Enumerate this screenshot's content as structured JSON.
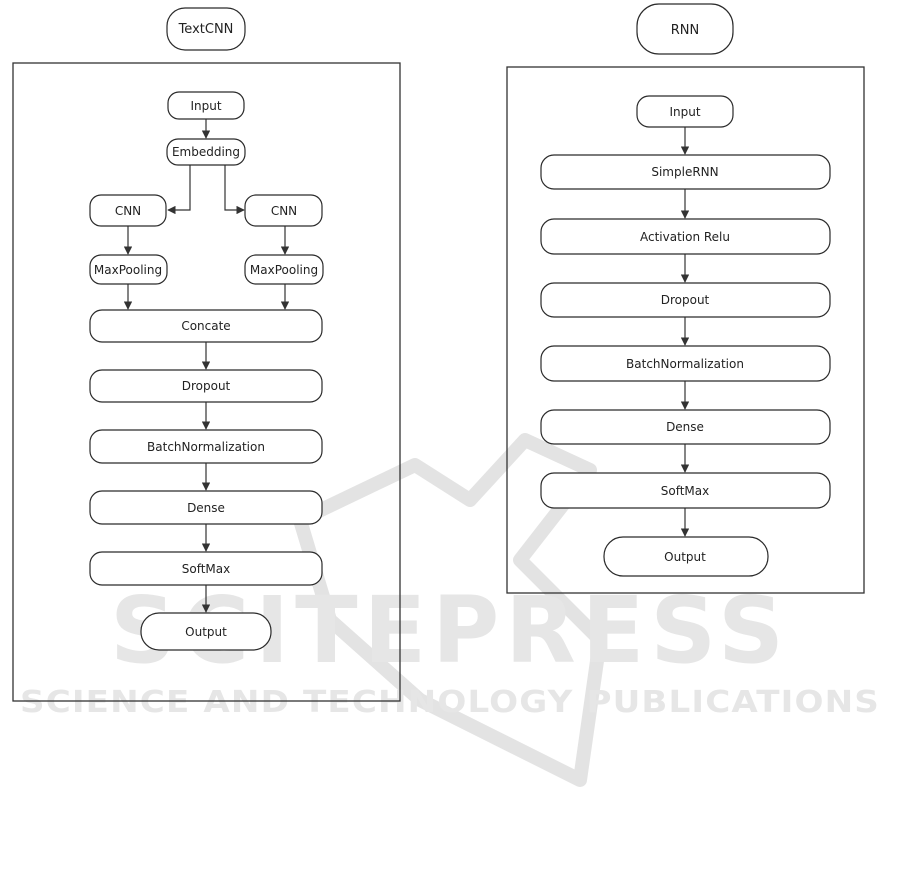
{
  "colors": {
    "stroke": "#333333",
    "fill": "#ffffff",
    "text": "#222222",
    "watermark": "#e6e6e6"
  },
  "watermark": {
    "logo": "SCITEPRESS",
    "tagline": "SCIENCE AND TECHNOLOGY PUBLICATIONS"
  },
  "textcnn": {
    "title": "TextCNN",
    "nodes": {
      "input": "Input",
      "embedding": "Embedding",
      "cnn_left": "CNN",
      "cnn_right": "CNN",
      "maxpool_left": "MaxPooling",
      "maxpool_right": "MaxPooling",
      "concate": "Concate",
      "dropout": "Dropout",
      "batchnorm": "BatchNormalization",
      "dense": "Dense",
      "softmax": "SoftMax",
      "output": "Output"
    }
  },
  "rnn": {
    "title": "RNN",
    "nodes": {
      "input": "Input",
      "simplernn": "SimpleRNN",
      "activation": "Activation Relu",
      "dropout": "Dropout",
      "batchnorm": "BatchNormalization",
      "dense": "Dense",
      "softmax": "SoftMax",
      "output": "Output"
    }
  }
}
